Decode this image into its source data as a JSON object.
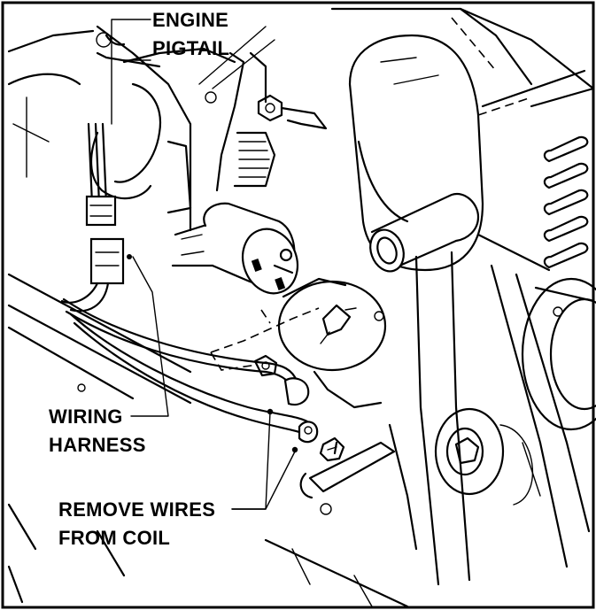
{
  "labels": {
    "engine_pigtail": [
      "ENGINE",
      "PIGTAIL"
    ],
    "wiring_harness": [
      "WIRING",
      "HARNESS"
    ],
    "remove_wires": [
      "REMOVE WIRES",
      "FROM COIL"
    ]
  },
  "colors": {
    "ink": "#000000",
    "paper": "#ffffff"
  }
}
